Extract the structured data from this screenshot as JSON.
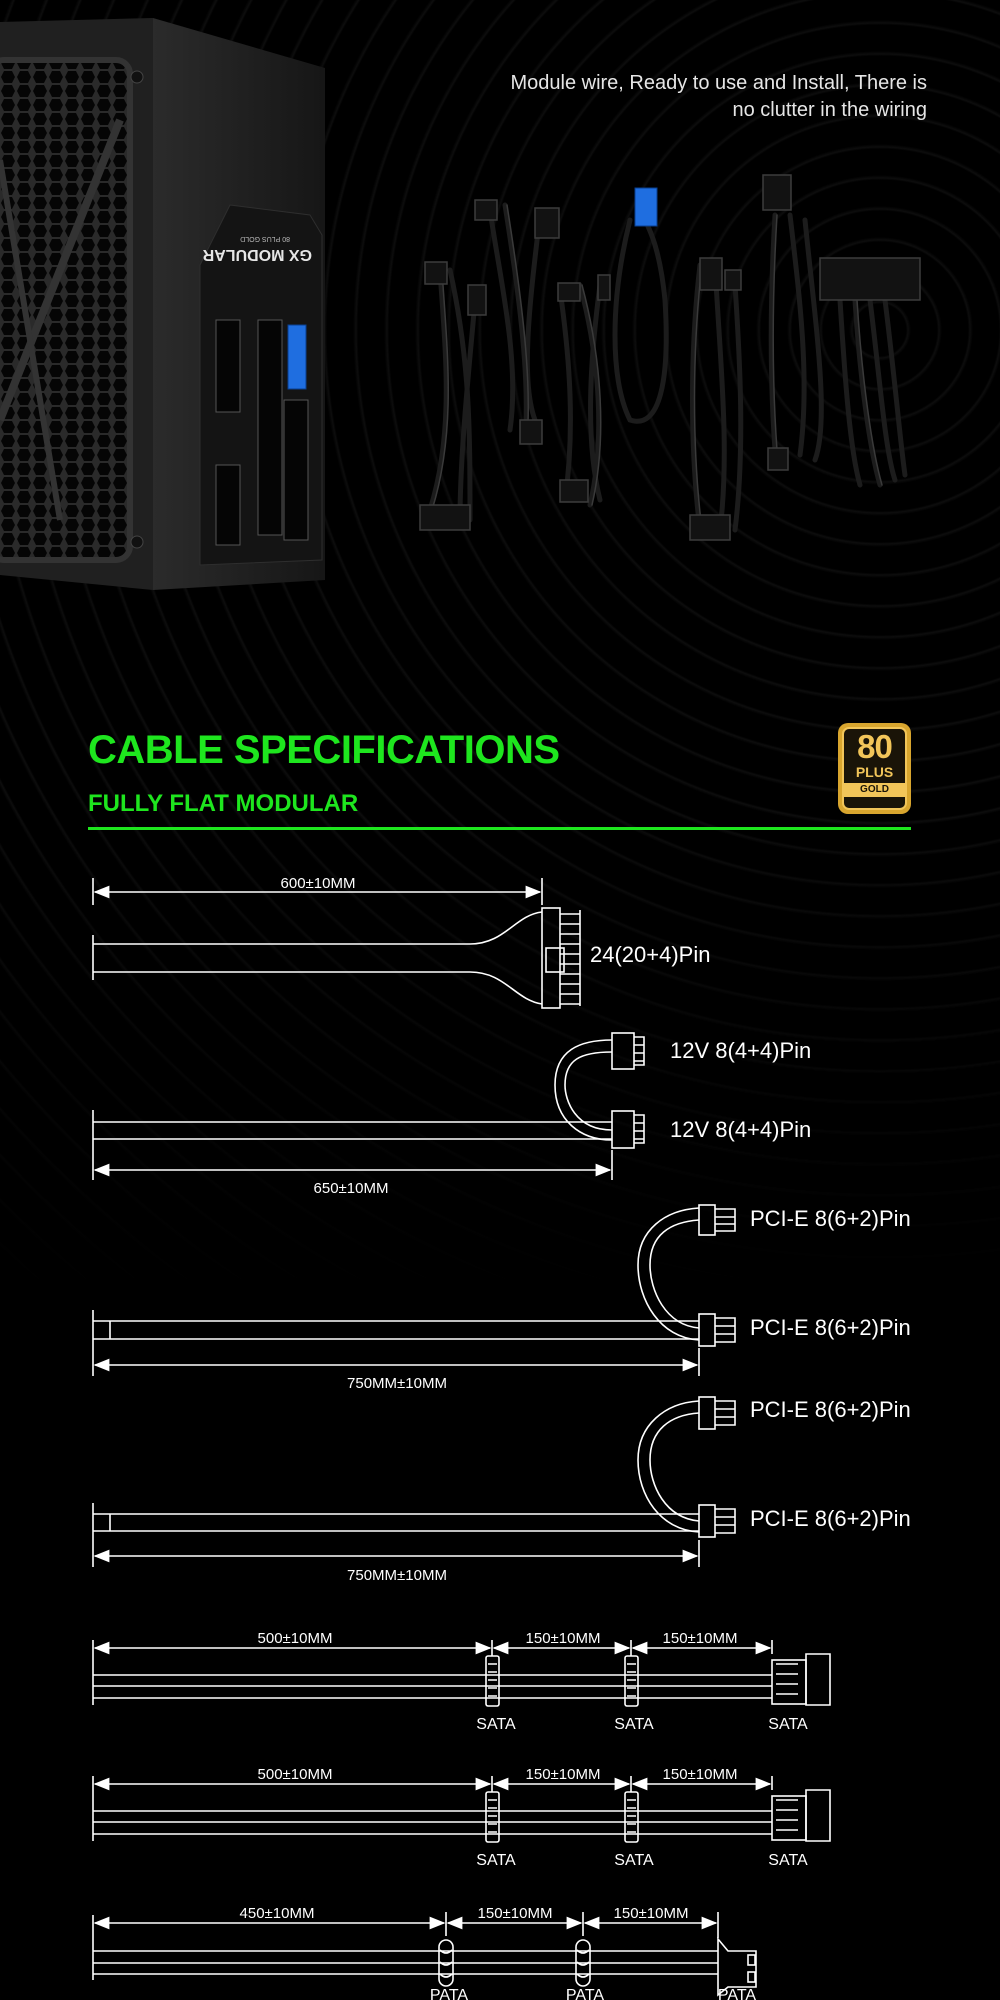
{
  "caption": {
    "line1": "Module wire, Ready to use and Install, There is",
    "line2": "no clutter in the wiring"
  },
  "product": {
    "logo": "GX MODULAR",
    "logo_sub": "80 PLUS GOLD"
  },
  "header": {
    "title": "CABLE SPECIFICATIONS",
    "subtitle": "FULLY FLAT MODULAR",
    "accent_color": "#1ee61e"
  },
  "badge": {
    "number": "80",
    "plus": "PLUS",
    "tier": "GOLD",
    "color": "#d8a52e"
  },
  "cables": [
    {
      "length": "600±10MM",
      "connectors": [
        "24(20+4)Pin"
      ]
    },
    {
      "length": "650±10MM",
      "connectors": [
        "12V 8(4+4)Pin",
        "12V 8(4+4)Pin"
      ]
    },
    {
      "length": "750MM±10MM",
      "connectors": [
        "PCI-E 8(6+2)Pin",
        "PCI-E 8(6+2)Pin"
      ]
    },
    {
      "length": "750MM±10MM",
      "connectors": [
        "PCI-E 8(6+2)Pin",
        "PCI-E 8(6+2)Pin"
      ]
    },
    {
      "segments": [
        "500±10MM",
        "150±10MM",
        "150±10MM"
      ],
      "connectors": [
        "SATA",
        "SATA",
        "SATA"
      ]
    },
    {
      "segments": [
        "500±10MM",
        "150±10MM",
        "150±10MM"
      ],
      "connectors": [
        "SATA",
        "SATA",
        "SATA"
      ]
    },
    {
      "segments": [
        "450±10MM",
        "150±10MM",
        "150±10MM"
      ],
      "connectors": [
        "PATA",
        "PATA",
        "PATA"
      ]
    }
  ]
}
